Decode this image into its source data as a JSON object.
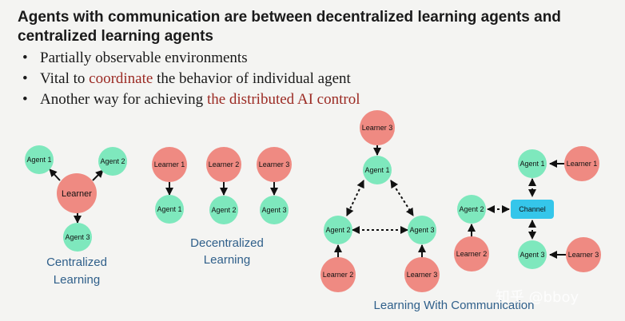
{
  "slide": {
    "title": "Agents with communication are between decentralized learning agents and centralized learning agents",
    "bullets": [
      {
        "before": "Partially observable environments",
        "highlight": "",
        "after": ""
      },
      {
        "before": "Vital to ",
        "highlight": "coordinate",
        "after": " the behavior of individual agent"
      },
      {
        "before": "Another way for achieving ",
        "highlight": "the distributed AI control",
        "after": ""
      }
    ]
  },
  "colors": {
    "agent": "#7ee8bd",
    "learner": "#ef8a82",
    "channel": "#35c6ea",
    "highlight": "#9b2a23",
    "caption": "#2f5f8a"
  },
  "diagrams": {
    "centralized": {
      "learner": "Learner",
      "agent1": "Agent 1",
      "agent2": "Agent 2",
      "agent3": "Agent 3",
      "caption_line1": "Centralized",
      "caption_line2": "Learning"
    },
    "decentralized": {
      "learner1": "Learner 1",
      "learner2": "Learner 2",
      "learner3": "Learner 3",
      "agent1": "Agent 1",
      "agent2": "Agent 2",
      "agent3": "Agent 3",
      "caption_line1": "Decentralized",
      "caption_line2": "Learning"
    },
    "communication": {
      "learner3": "Learner 3",
      "agent1": "Agent 1",
      "agent2": "Agent 2",
      "agent3": "Agent 3",
      "learner2": "Learner 2",
      "learner3b": "Learner 3",
      "caption": "Learning With Communication"
    },
    "channel": {
      "agent1": "Agent 1",
      "learner1": "Learner 1",
      "agent2": "Agent 2",
      "channel": "Channel",
      "learner2": "Learner 2",
      "agent3": "Agent 3",
      "learner3": "Learner 3"
    }
  },
  "watermark": "知乎 @bboy"
}
